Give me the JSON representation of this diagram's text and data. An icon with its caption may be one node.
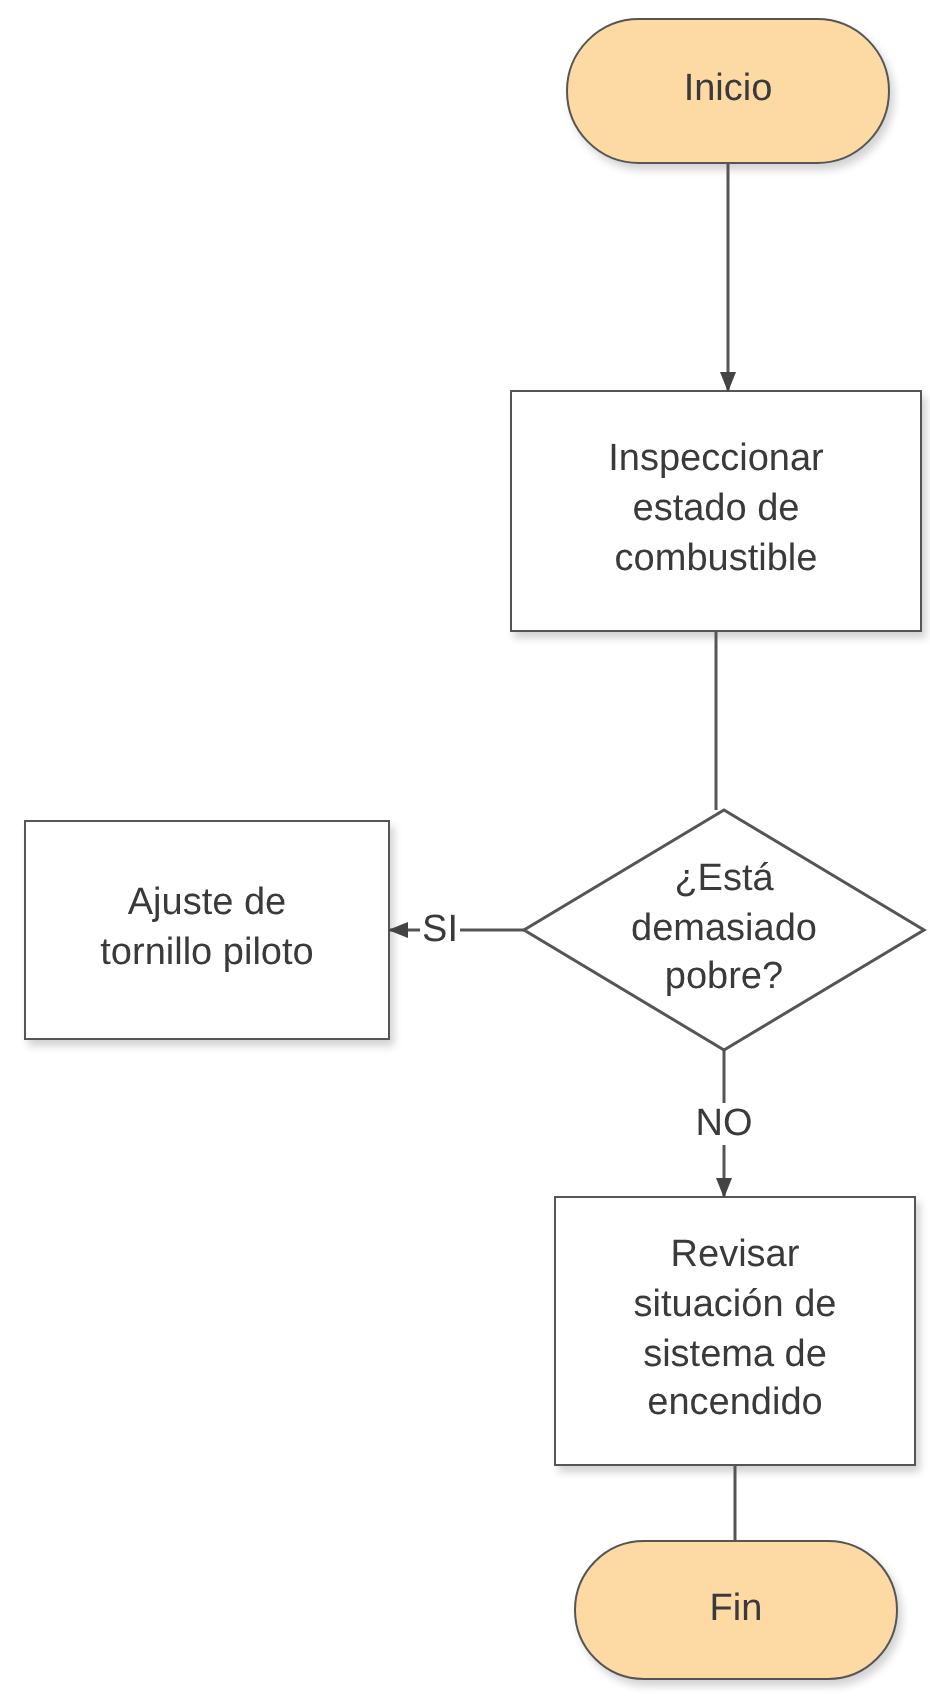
{
  "diagram": {
    "nodes": [
      {
        "text": [
          "Inicio"
        ]
      },
      {
        "text": [
          "Inspeccionar estado de combustible"
        ]
      },
      {
        "text": [
          "¿Está demasiado pobre?"
        ]
      },
      {
        "text": [
          "Ajuste de tornillo piloto"
        ]
      },
      {
        "text": [
          "Revisar situación de sistema de encendido"
        ]
      },
      {
        "text": [
          "Fin"
        ]
      }
    ],
    "edges": [
      {
        "from": 0,
        "to": 1,
        "arrow": "to"
      },
      {
        "from": 1,
        "to": 2,
        "arrow": "none"
      },
      {
        "from": 2,
        "to": 3,
        "arrow": "to",
        "label": "SI"
      },
      {
        "from": 2,
        "to": 4,
        "arrow": "to",
        "label": "NO"
      },
      {
        "from": 4,
        "to": 5,
        "arrow": "none"
      }
    ]
  }
}
